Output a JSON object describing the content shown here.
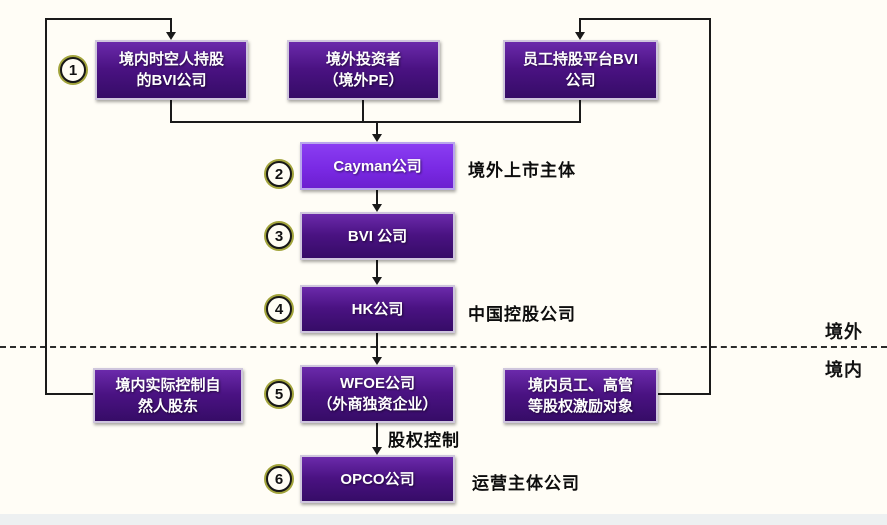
{
  "regions": {
    "offshore": "境外",
    "onshore": "境内"
  },
  "step_numbers": [
    "1",
    "2",
    "3",
    "4",
    "5",
    "6"
  ],
  "nodes": {
    "bvi_holding": {
      "label": "境内时空人持股\n的BVI公司"
    },
    "foreign_investors": {
      "label": "境外投资者\n（境外PE）"
    },
    "esop_bvi": {
      "label": "员工持股平台BVI\n公司"
    },
    "cayman": {
      "label": "Cayman公司",
      "side_note": "境外上市主体"
    },
    "bvi": {
      "label": "BVI 公司"
    },
    "hk": {
      "label": "HK公司",
      "side_note": "中国控股公司"
    },
    "wfoe": {
      "label": "WFOE公司\n（外商独资企业）"
    },
    "domestic_shareholder": {
      "label": "境内实际控制自\n然人股东"
    },
    "domestic_employees": {
      "label": "境内员工、高管\n等股权激励对象"
    },
    "opco": {
      "label": "OPCO公司",
      "side_note": "运营主体公司"
    }
  },
  "edge_labels": {
    "equity_control": "股权控制"
  },
  "colors": {
    "box_dark": "#4a1282",
    "box_bright": "#7a2ae4",
    "box_border": "#cfc6dd",
    "circle_ring": "#a2a43c",
    "connector_line": "#1a1a1a",
    "background": "#fffdf6"
  }
}
